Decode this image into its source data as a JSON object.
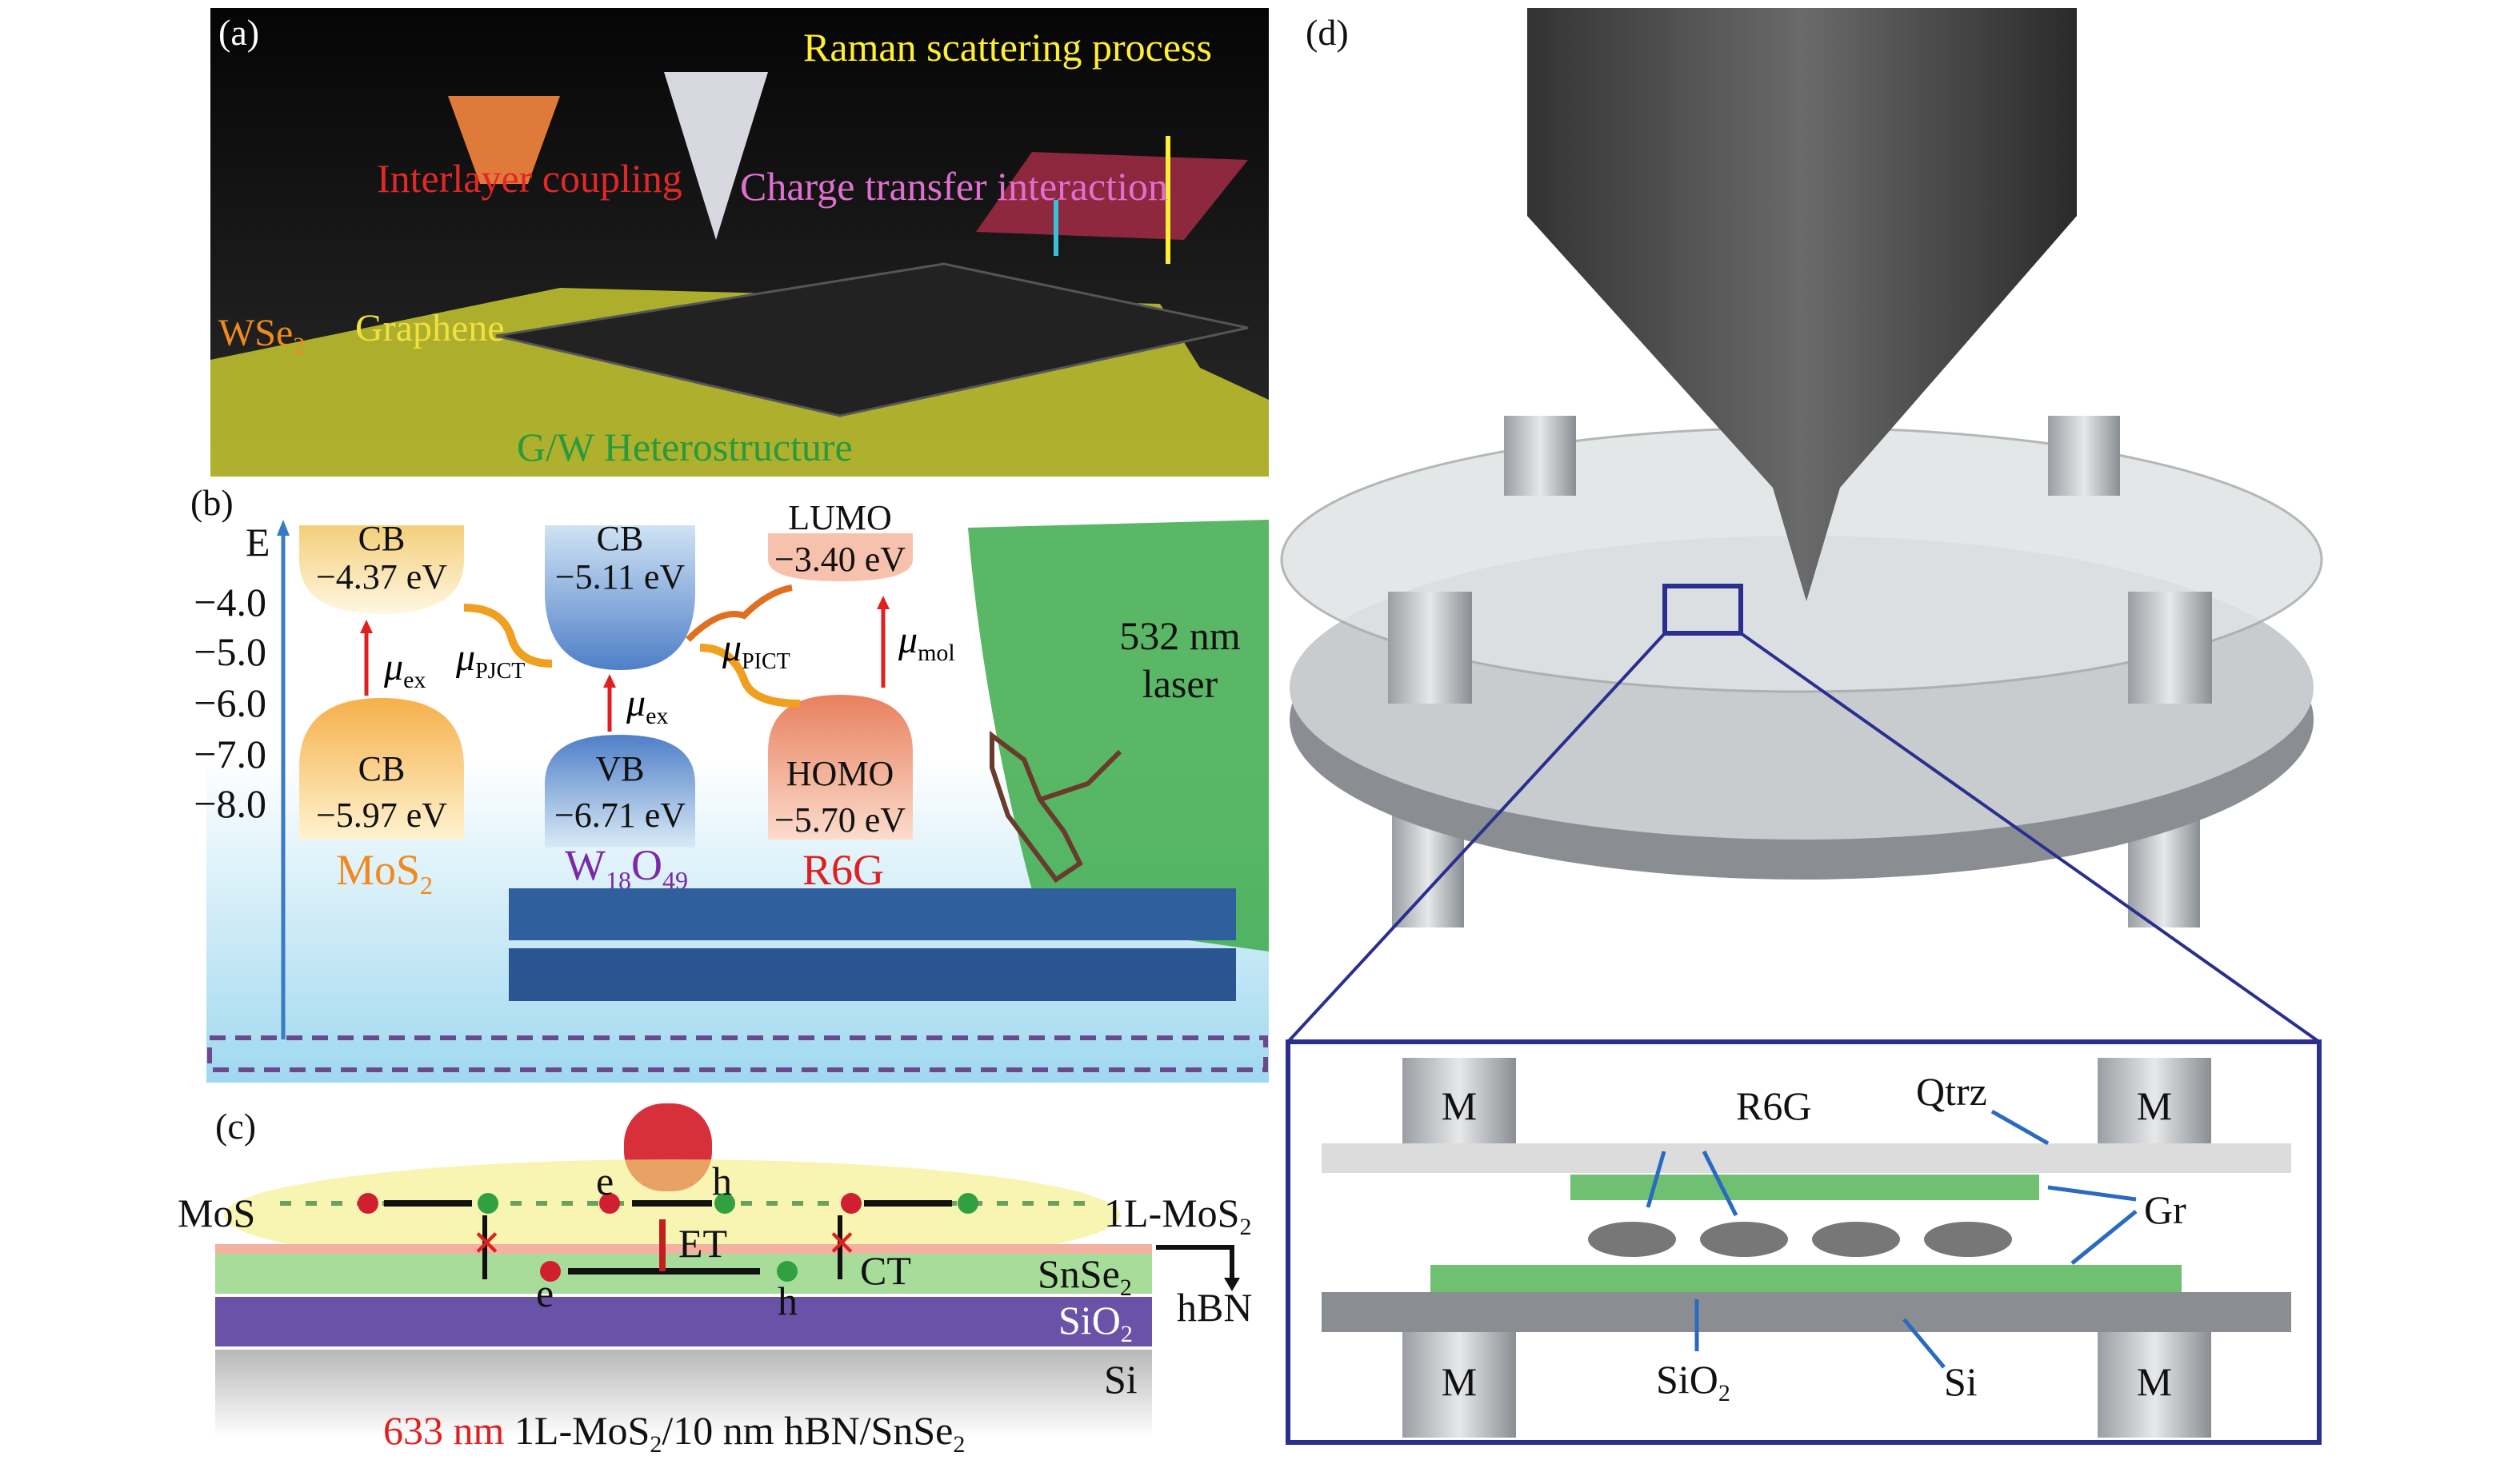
{
  "panel_a": {
    "label": "(a)",
    "title": "Raman scattering process",
    "interlayer": "Interlayer coupling",
    "charge_transfer": "Charge transfer interaction",
    "wse2": {
      "main": "WSe",
      "sub": "2"
    },
    "graphene": "Graphene",
    "heterostructure": "G/W Heterostructure"
  },
  "panel_b": {
    "label": "(b)",
    "axis_label": "E",
    "ticks": [
      "−4.0",
      "−5.0",
      "−6.0",
      "−7.0",
      "−8.0"
    ],
    "mos2": {
      "cb_top": "CB",
      "cb_top_val": "−4.37 eV",
      "cb_bot": "CB",
      "cb_bot_val": "−5.97 eV",
      "name": "MoS",
      "name_sub": "2"
    },
    "w18o49": {
      "cb": "CB",
      "cb_val": "−5.11 eV",
      "vb": "VB",
      "vb_val": "−6.71 eV",
      "name1": "W",
      "sub1": "18",
      "name2": "O",
      "sub2": "49"
    },
    "r6g": {
      "lumo": "LUMO",
      "lumo_val": "−3.40 eV",
      "homo": "HOMO",
      "homo_val": "−5.70 eV",
      "name": "R6G"
    },
    "mu": "μ",
    "mu_ex_sub": "ex",
    "mu_pjct_sub": "PJCT",
    "mu_pict_sub": "PICT",
    "mu_mol_sub": "mol",
    "laser1": "532 nm",
    "laser2": "laser"
  },
  "panel_c": {
    "label": "(c)",
    "mos": "MoS",
    "one_l_mos2": {
      "main": "1L-MoS",
      "sub": "2"
    },
    "snse2": {
      "main": "SnSe",
      "sub": "2"
    },
    "hbn": "hBN",
    "sio2": {
      "main": "SiO",
      "sub": "2"
    },
    "si": "Si",
    "et": "ET",
    "ct": "CT",
    "e": "e",
    "h": "h",
    "caption_red": "633 nm",
    "caption_a": " 1L-MoS",
    "caption_sub1": "2",
    "caption_b": "/10 nm hBN/SnSe",
    "caption_sub2": "2"
  },
  "panel_d": {
    "label": "(d)",
    "m": "M",
    "r6g": "R6G",
    "qtrz": "Qtrz",
    "gr": "Gr",
    "sio2": {
      "main": "SiO",
      "sub": "2"
    },
    "si": "Si"
  },
  "colors": {
    "red": "#e02020",
    "orange": "#f08a1e",
    "purple": "#7a2aa8",
    "green": "#2a9a3a",
    "yellow": "#ffee33",
    "pink": "#e070d0",
    "navy": "#2a2f8f"
  }
}
